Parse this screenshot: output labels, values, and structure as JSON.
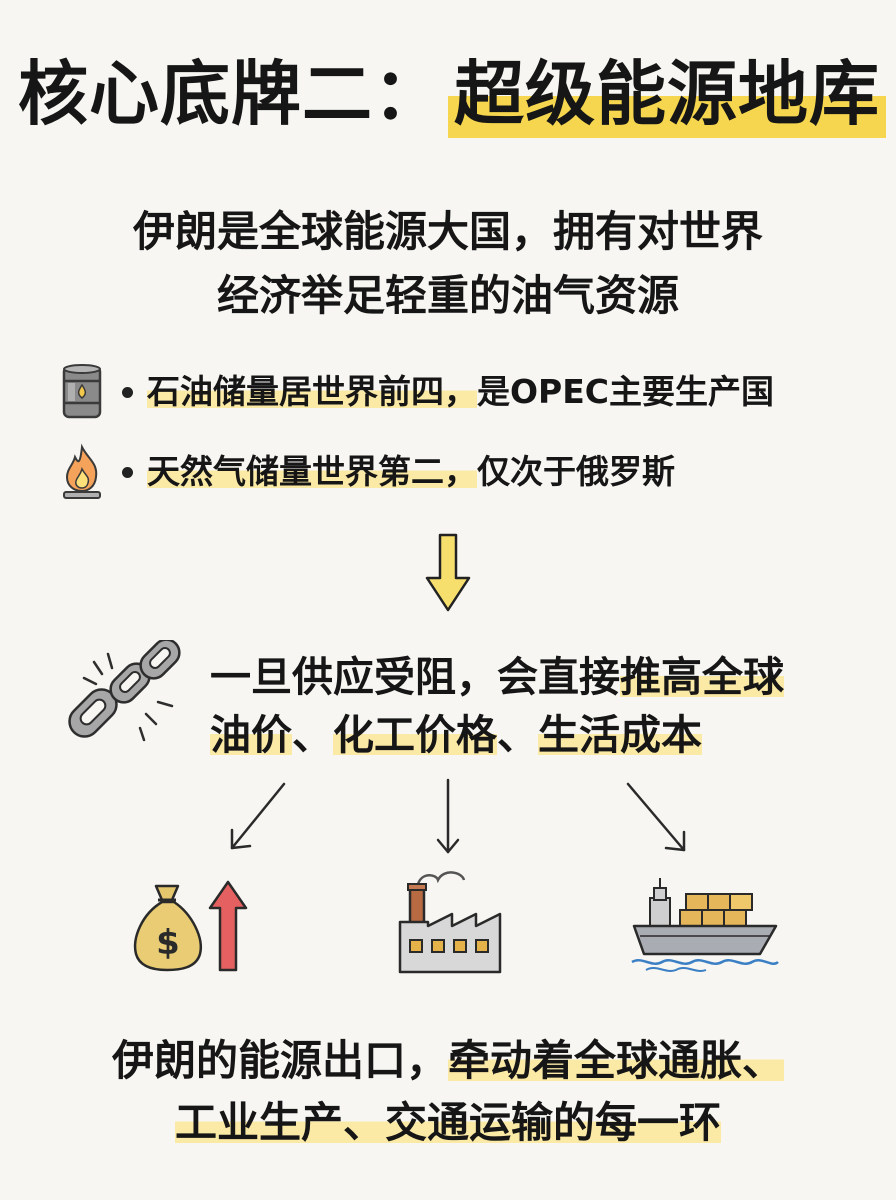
{
  "title": {
    "left": "核心底牌二：",
    "right": "超级能源地库"
  },
  "subtitle": {
    "line1": "伊朗是全球能源大国，拥有对世界",
    "line2": "经济举足轻重的油气资源"
  },
  "bullets": [
    {
      "icon": "oil-barrel-icon",
      "highlight": "石油储量居世界前四，",
      "rest": "是OPEC主要生产国"
    },
    {
      "icon": "gas-flame-icon",
      "highlight": "天然气储量世界第二，",
      "rest": "仅次于俄罗斯"
    }
  ],
  "impact": {
    "line1_plain": "一旦供应受阻，会直接",
    "line1_hl": "推高全球",
    "line2_a": "油价",
    "sep1": "、",
    "line2_b": "化工价格",
    "sep2": "、",
    "line2_c": "生活成本"
  },
  "icons": [
    "money-bag-up-icon",
    "factory-icon",
    "cargo-ship-icon"
  ],
  "conclusion": {
    "line1_plain": "伊朗的能源出口，",
    "line1_hl": "牵动着全球通胀、",
    "line2": "工业生产、交通运输的每一环"
  },
  "colors": {
    "background": "#f7f6f2",
    "highlight": "#fbe9a6",
    "title_highlight": "#f6d64f",
    "arrow_fill": "#f7df6e",
    "text": "#161616"
  }
}
